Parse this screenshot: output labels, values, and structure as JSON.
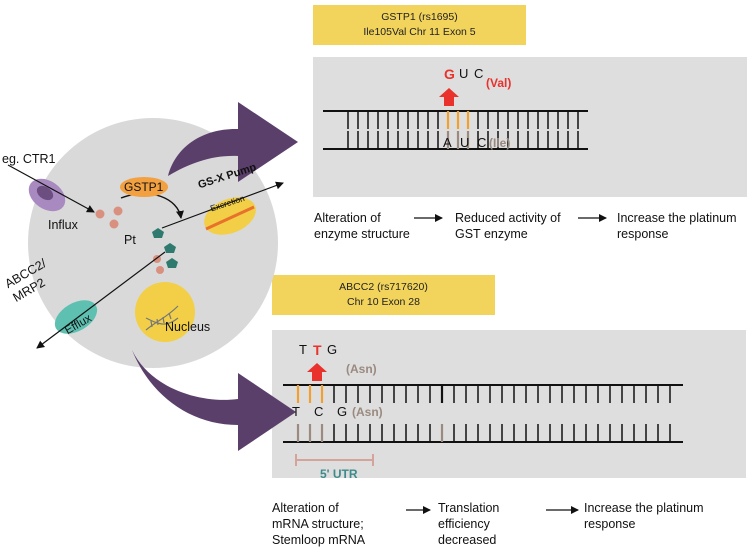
{
  "gstp1": {
    "title_line1": "GSTP1 (rs1695)",
    "title_line2": "Ile105Val Chr 11 Exon 5",
    "top_letters": [
      "G",
      "U",
      "C"
    ],
    "top_aa": "(Val)",
    "bottom_letters": [
      "A",
      "U",
      "C"
    ],
    "bottom_aa": "(Ile)",
    "flow": [
      "Alteration of\nenzyme structure",
      "Reduced activity of\nGST enzyme",
      "Increase the platinum\nresponse"
    ]
  },
  "abcc2": {
    "title_line1": "ABCC2 (rs717620)",
    "title_line2": "Chr 10 Exon 28",
    "top_letters": [
      "T",
      "T",
      "G"
    ],
    "top_aa": "(Asn)",
    "bottom_letters": [
      "T",
      "C",
      "G"
    ],
    "bottom_aa": "(Asn)",
    "utr_label": "5' UTR",
    "flow": [
      "Alteration of\nmRNA structure;\nStemloop mRNA",
      "Translation\nefficiency\ndecreased",
      "Increase the platinum\nresponse"
    ]
  },
  "cell": {
    "ctr1_label": "eg. CTR1",
    "influx_label": "Influx",
    "pt_label": "Pt",
    "gstp1_label": "GSTP1",
    "pump_label": "GS-X Pump",
    "excretion_label": "Excretion",
    "abcc2_label": "ABCC2/\nMRP2",
    "efflux_label": "Efflux",
    "nucleus_label": "Nucleus"
  },
  "colors": {
    "yellow_box": "#f2d45c",
    "panel_grey": "#dedede",
    "cell_grey": "#d9d9d9",
    "purple_arrow": "#5b3f6b",
    "mutation_red": "#e8322b",
    "orange_bar": "#f0a030",
    "brown_bar": "#9a8a80",
    "utr_pink": "#d4a49a",
    "utr_teal": "#3f8a8a",
    "gstp1_orange": "#f2a040",
    "pump_yellow": "#f2cf47",
    "efflux_teal": "#5ec0b0",
    "ctr1_purple": "#a88ac0"
  }
}
